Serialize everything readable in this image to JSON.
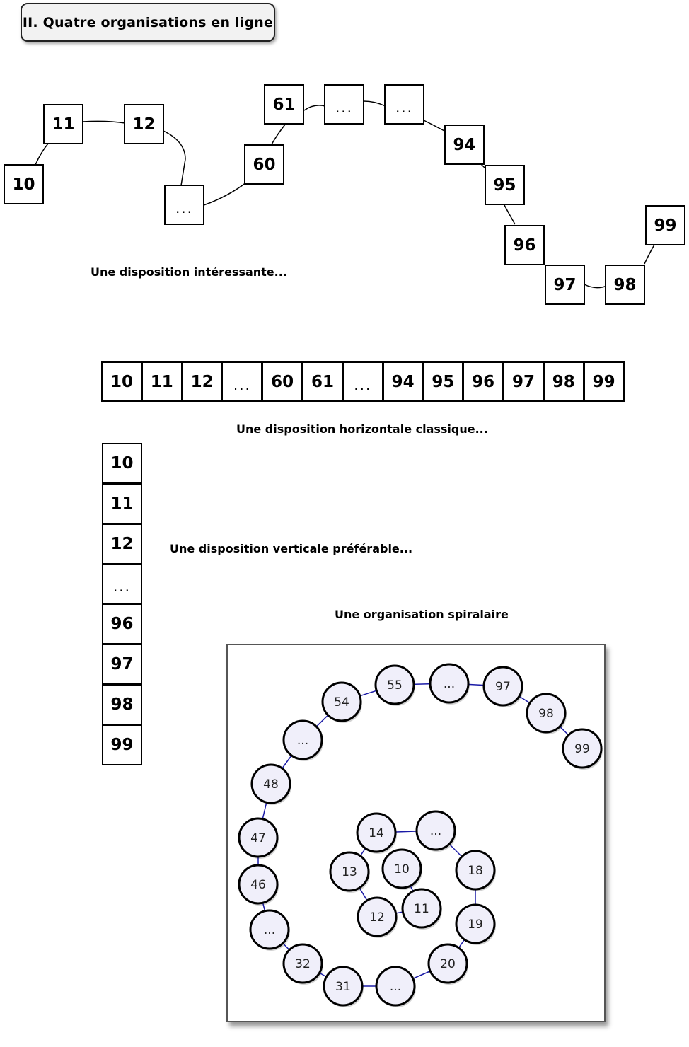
{
  "title": "II. Quatre organisations en ligne",
  "captions": {
    "interesting": "Une disposition intéressante...",
    "horizontal": "Une disposition horizontale classique...",
    "vertical": "Une disposition verticale préférable...",
    "spiral": "Une organisation spiralaire"
  },
  "zigzag": [
    "10",
    "11",
    "12",
    "...",
    "60",
    "61",
    "...",
    "...",
    "94",
    "95",
    "96",
    "97",
    "98",
    "99"
  ],
  "horizontal": [
    "10",
    "11",
    "12",
    "...",
    "60",
    "61",
    "...",
    "94",
    "95",
    "96",
    "97",
    "98",
    "99"
  ],
  "vertical": [
    "10",
    "11",
    "12",
    "...",
    "96",
    "97",
    "98",
    "99"
  ],
  "spiral": [
    "10",
    "11",
    "12",
    "13",
    "14",
    "...",
    "18",
    "19",
    "20",
    "...",
    "31",
    "32",
    "...",
    "46",
    "47",
    "48",
    "...",
    "54",
    "55",
    "...",
    "97",
    "98",
    "99"
  ],
  "colors": {
    "circle_fill": "#f0effa",
    "connector": "#1a1aa6",
    "box_border": "#000000"
  }
}
